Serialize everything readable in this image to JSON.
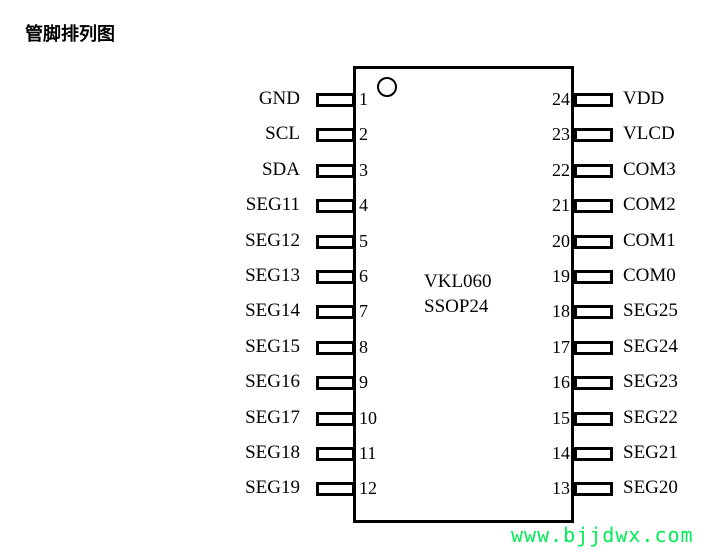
{
  "title": "管脚排列图",
  "chip": {
    "name": "VKL060",
    "package": "SSOP24"
  },
  "left_pins": [
    {
      "num": "1",
      "name": "GND"
    },
    {
      "num": "2",
      "name": "SCL"
    },
    {
      "num": "3",
      "name": "SDA"
    },
    {
      "num": "4",
      "name": "SEG11"
    },
    {
      "num": "5",
      "name": "SEG12"
    },
    {
      "num": "6",
      "name": "SEG13"
    },
    {
      "num": "7",
      "name": "SEG14"
    },
    {
      "num": "8",
      "name": "SEG15"
    },
    {
      "num": "9",
      "name": "SEG16"
    },
    {
      "num": "10",
      "name": "SEG17"
    },
    {
      "num": "11",
      "name": "SEG18"
    },
    {
      "num": "12",
      "name": "SEG19"
    }
  ],
  "right_pins": [
    {
      "num": "24",
      "name": "VDD"
    },
    {
      "num": "23",
      "name": "VLCD"
    },
    {
      "num": "22",
      "name": "COM3"
    },
    {
      "num": "21",
      "name": "COM2"
    },
    {
      "num": "20",
      "name": "COM1"
    },
    {
      "num": "19",
      "name": "COM0"
    },
    {
      "num": "18",
      "name": "SEG25"
    },
    {
      "num": "17",
      "name": "SEG24"
    },
    {
      "num": "16",
      "name": "SEG23"
    },
    {
      "num": "15",
      "name": "SEG22"
    },
    {
      "num": "14",
      "name": "SEG21"
    },
    {
      "num": "13",
      "name": "SEG20"
    }
  ],
  "watermark": "www.bjjdwx.com",
  "colors": {
    "watermark": "#00ee55"
  }
}
